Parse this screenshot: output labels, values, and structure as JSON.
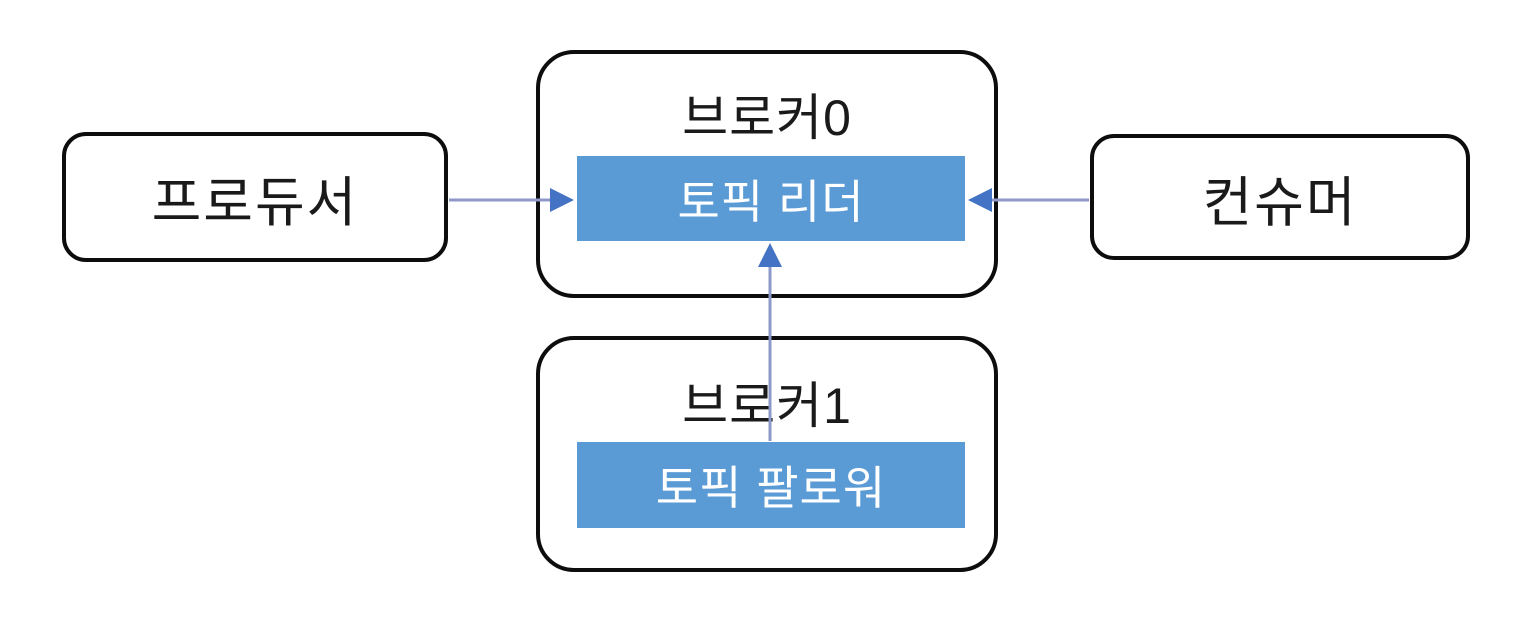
{
  "diagram": {
    "title": "Kafka topic replication diagram",
    "nodes": {
      "producer": {
        "label": "프로듀서"
      },
      "consumer": {
        "label": "컨슈머"
      },
      "broker0": {
        "title": "브로커0",
        "partition": "토픽 리더"
      },
      "broker1": {
        "title": "브로커1",
        "partition": "토픽 팔로워"
      }
    },
    "edges": [
      {
        "from": "producer",
        "to": "topic-leader",
        "direction": "right"
      },
      {
        "from": "consumer",
        "to": "topic-leader",
        "direction": "left"
      },
      {
        "from": "topic-follower",
        "to": "topic-leader",
        "direction": "up"
      }
    ],
    "colors": {
      "partition_fill": "#5B9BD5",
      "partition_text": "#FFFFFF",
      "arrow_head": "#4472C4",
      "arrow_stem": "#8D9AC9",
      "box_border": "#0D0D0D",
      "background": "#FFFFFF",
      "label_color": "#1A1A1A"
    }
  }
}
